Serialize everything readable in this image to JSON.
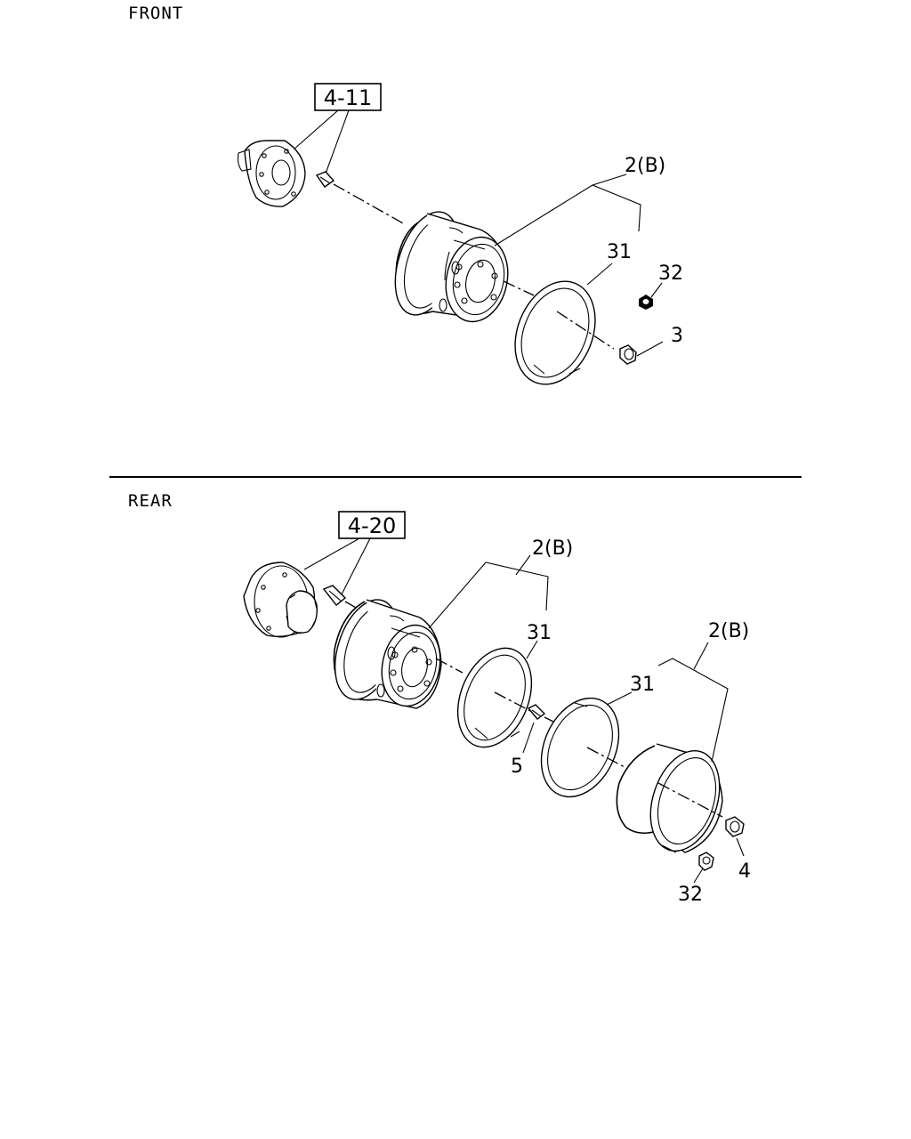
{
  "sections": {
    "front": {
      "label": "FRONT",
      "reference": "4-11",
      "callouts": {
        "wheel": "2(B)",
        "ring": "31",
        "cap": "32",
        "nut": "3"
      }
    },
    "rear": {
      "label": "REAR",
      "reference": "4-20",
      "callouts": {
        "inner_wheel": "2(B)",
        "inner_ring": "31",
        "stud": "5",
        "outer_ring": "31",
        "outer_wheel": "2(B)",
        "nut": "4",
        "cap": "32"
      }
    }
  }
}
